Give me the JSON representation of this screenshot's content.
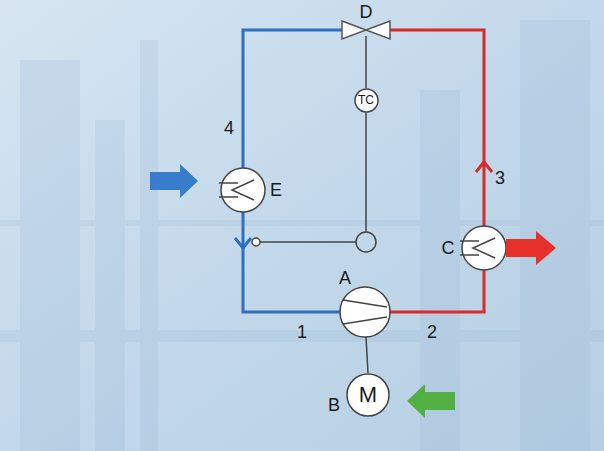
{
  "diagram": {
    "nodes": [
      {
        "text": [
          "TC"
        ]
      },
      {
        "text": [
          "M"
        ]
      }
    ],
    "labels": [
      "D",
      "4",
      "E",
      "3",
      "C",
      "A",
      "1",
      "2",
      "B"
    ]
  }
}
